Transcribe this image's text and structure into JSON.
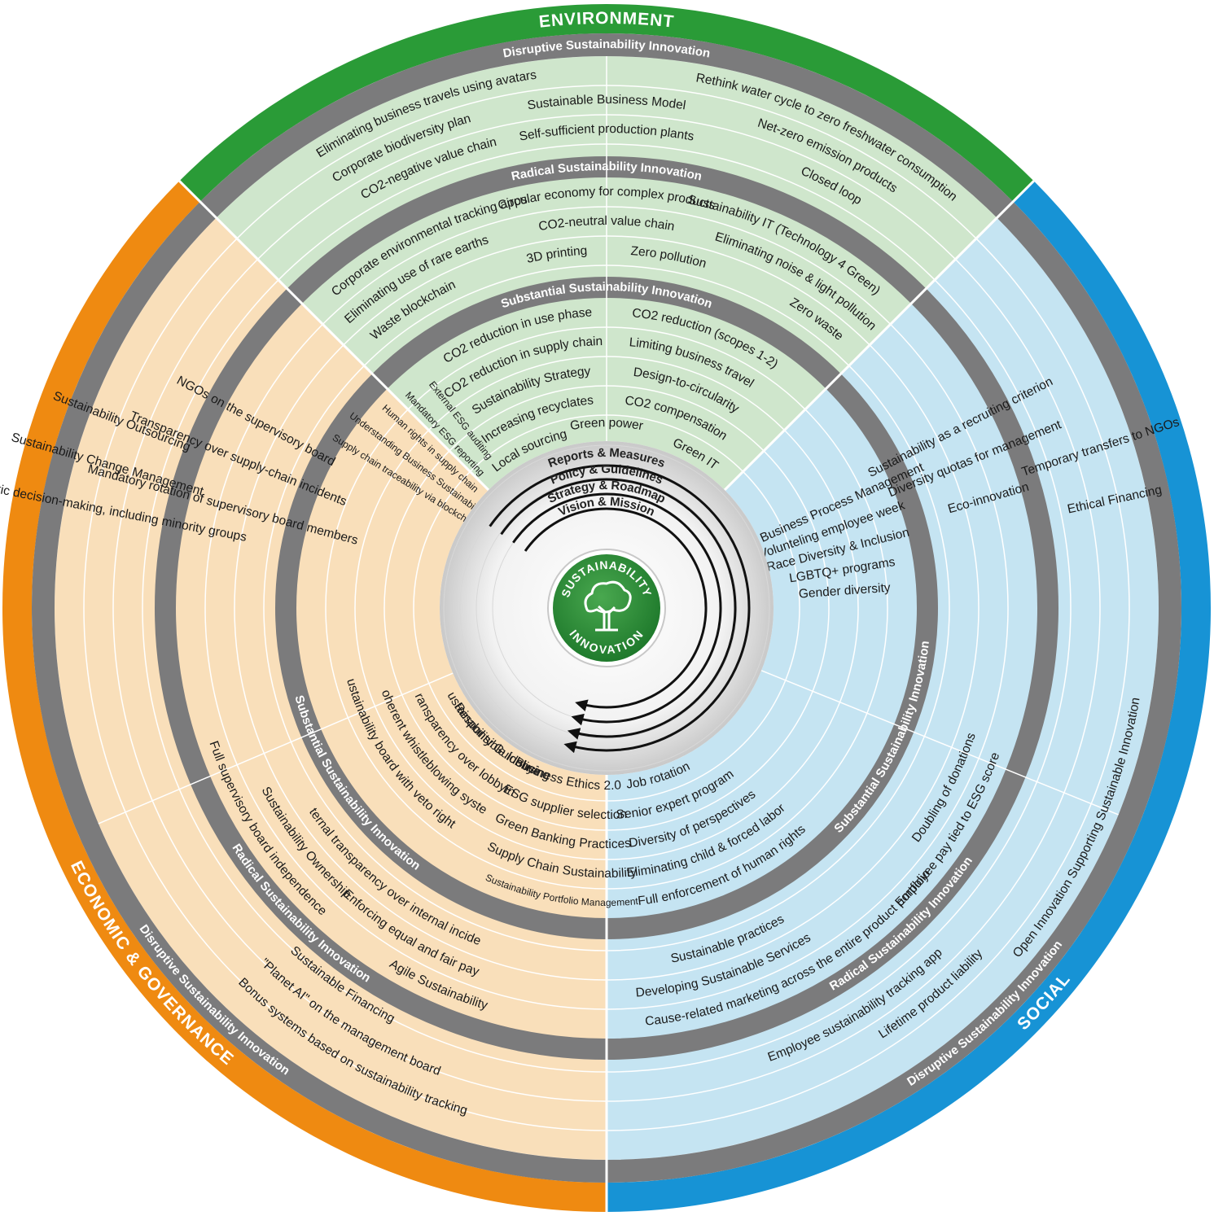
{
  "dimensions": {
    "environment": "ENVIRONMENT",
    "social": "SOCIAL",
    "economic": "ECONOMIC & GOVERNANCE"
  },
  "levels": {
    "disruptive": "Disruptive Sustainability Innovation",
    "radical": "Radical Sustainability Innovation",
    "substantial": "Substantial Sustainability Innovation"
  },
  "core": {
    "rings": [
      "Reports & Measures",
      "Policy & Guidelines",
      "Strategy & Roadmap",
      "Vision & Mission"
    ],
    "center_top": "SUSTAINABILITY",
    "center_bottom": "INNOVATION",
    "icon": "tree-icon"
  },
  "environment": {
    "disruptive": [
      "Eliminating business travels using avatars",
      "Sustainable Business Model",
      "Rethink water cycle to zero freshwater consumption",
      "Corporate biodiversity plan",
      "Self-sufficient production plants",
      "Net-zero emission products",
      "CO2-negative value chain",
      "Closed loop"
    ],
    "radical": [
      "Corporate environmental tracking apps",
      "Circular economy for complex products",
      "Sustainability IT (Technology 4 Green)",
      "Eliminating use of rare earths",
      "CO2-neutral value chain",
      "Eliminating noise & light pollution",
      "Waste blockchain",
      "3D printing",
      "Zero pollution",
      "Zero waste"
    ],
    "substantial": [
      "CO2 reduction in use phase",
      "CO2 reduction (scopes 1-2)",
      "CO2 reduction in supply chain",
      "Limiting business travel",
      "Sustainability Strategy",
      "Design-to-circularity",
      "Increasing recyclates",
      "CO2 compensation",
      "Local sourcing",
      "Green power",
      "Green IT"
    ]
  },
  "social": {
    "disruptive": [
      "Temporary transfers to NGOs",
      "Ethical Financing",
      "Open Innovation Supporting Sustainable Innovation",
      "Lifetime product liability",
      "Employee sustainability tracking app"
    ],
    "radical": [
      "Sustainability as a recruiting criterion",
      "Diversity quotas for management",
      "Eco-innovation",
      "Employee pay tied to ESG score",
      "Doubling of donations",
      "Sustainable practices",
      "Developing Sustainable Services",
      "Cause-related marketing across the entire product portfolio"
    ],
    "substantial": [
      "Green Business Process Management",
      "Volunteling employee week",
      "Race Diversity & Inclusion",
      "LGBTQ+ programs",
      "Gender diversity",
      "Job rotation",
      "Senior expert program",
      "Diversity of perspectives",
      "Eliminating child & forced labor",
      "Full enforcement of human rights"
    ]
  },
  "economic": {
    "disruptive": [
      "Democratic decision-making, including minority groups",
      "Sustainability Change Management",
      "Sustainability Outsourcing",
      "Sustainable Financing",
      "\"Planet AI\" on the management board",
      "Bonus systems based on sustainability tracking"
    ],
    "radical": [
      "Mandatory rotation of supervisory board members",
      "Transparency over supply-chain incidents",
      "NGOs on the supervisory board",
      "Full supervisory board independence",
      "Sustainability Ownership",
      "External transparency over internal incidents",
      "Enforcing equal and fair pay",
      "Agile Sustainability"
    ],
    "substantial_small": [
      "Supply chain traceability via blockchain",
      "Understanding Business Sustainability",
      "Human rights in supply chain",
      "Mandatory ESG reporting",
      "External ESG auditing"
    ],
    "substantial": [
      "Sustainability board with veto rights",
      "Coherent whistleblowing system",
      "Transparency over lobbying",
      "Sustainability Guidelines",
      "Responsible lobbying",
      "Business Ethics 2.0",
      "ESG supplier selection",
      "Green Banking Practices",
      "Supply Chain Sustainability",
      "Sustainability Portfolio Management"
    ]
  },
  "colors": {
    "environment_outer": "#2a9b37",
    "environment_fill": "#cfe6cc",
    "social_outer": "#1793d5",
    "social_fill": "#c5e4f2",
    "economic_outer": "#ef8a11",
    "economic_fill": "#f9dfba",
    "level_band": "#7b7b7c",
    "center_green": "#2f8f3a"
  }
}
